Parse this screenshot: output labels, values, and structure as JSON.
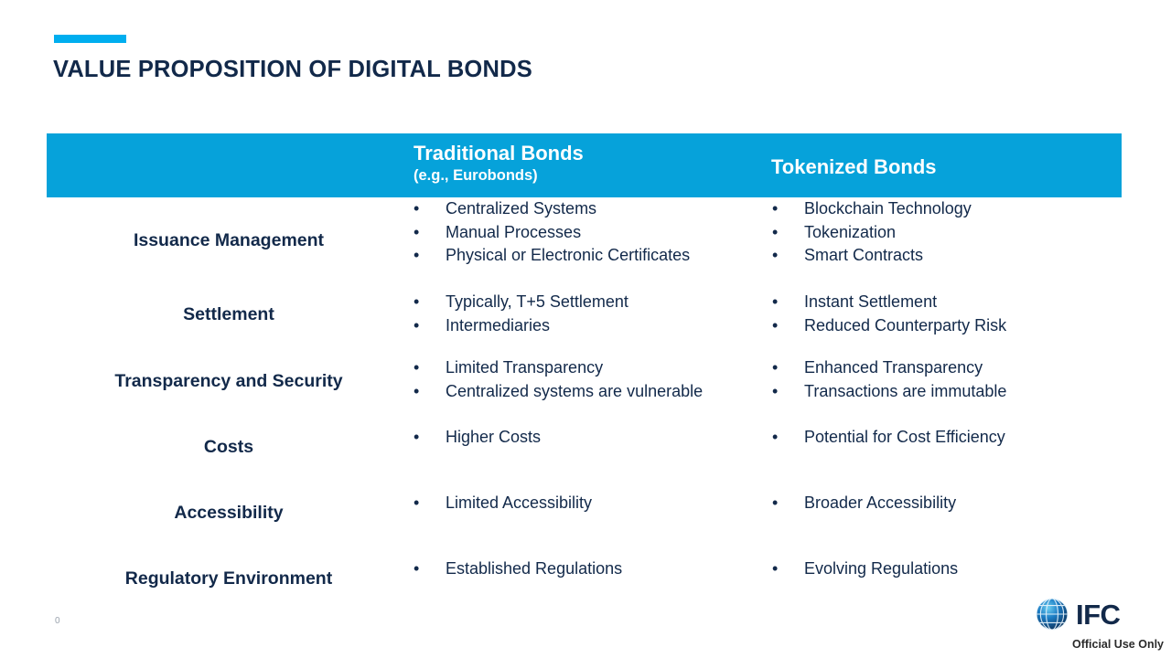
{
  "slide": {
    "title": "VALUE PROPOSITION OF DIGITAL BONDS",
    "page_number": "0",
    "accent_color": "#00AEEF",
    "header_band_color": "#06A2DA",
    "text_color": "#12294A"
  },
  "table": {
    "header": {
      "label_column": "",
      "traditional": {
        "main": "Traditional Bonds",
        "sub": "(e.g., Eurobonds)"
      },
      "tokenized": {
        "main": "Tokenized Bonds"
      }
    },
    "rows": [
      {
        "label": "Issuance Management",
        "traditional": [
          "Centralized Systems",
          "Manual Processes",
          "Physical or Electronic Certificates"
        ],
        "tokenized": [
          "Blockchain Technology",
          "Tokenization",
          "Smart Contracts"
        ]
      },
      {
        "label": "Settlement",
        "traditional": [
          "Typically, T+5 Settlement",
          "Intermediaries"
        ],
        "tokenized": [
          "Instant Settlement",
          "Reduced Counterparty Risk"
        ]
      },
      {
        "label": "Transparency and Security",
        "traditional": [
          "Limited Transparency",
          "Centralized systems are vulnerable"
        ],
        "tokenized": [
          "Enhanced Transparency",
          "Transactions are immutable"
        ]
      },
      {
        "label": "Costs",
        "traditional": [
          "Higher Costs"
        ],
        "tokenized": [
          "Potential for Cost Efficiency"
        ]
      },
      {
        "label": "Accessibility",
        "traditional": [
          "Limited Accessibility"
        ],
        "tokenized": [
          "Broader Accessibility"
        ]
      },
      {
        "label": "Regulatory Environment",
        "traditional": [
          "Established Regulations"
        ],
        "tokenized": [
          "Evolving Regulations"
        ]
      }
    ]
  },
  "footer": {
    "logo_text": "IFC",
    "logo_icon": "globe-icon",
    "classification": "Official Use Only"
  },
  "layout": {
    "row_tops": [
      0,
      102,
      174,
      250,
      322,
      394
    ],
    "row_label_tops": [
      36,
      117,
      190,
      262,
      334,
      406
    ],
    "bullet_char": "•"
  }
}
